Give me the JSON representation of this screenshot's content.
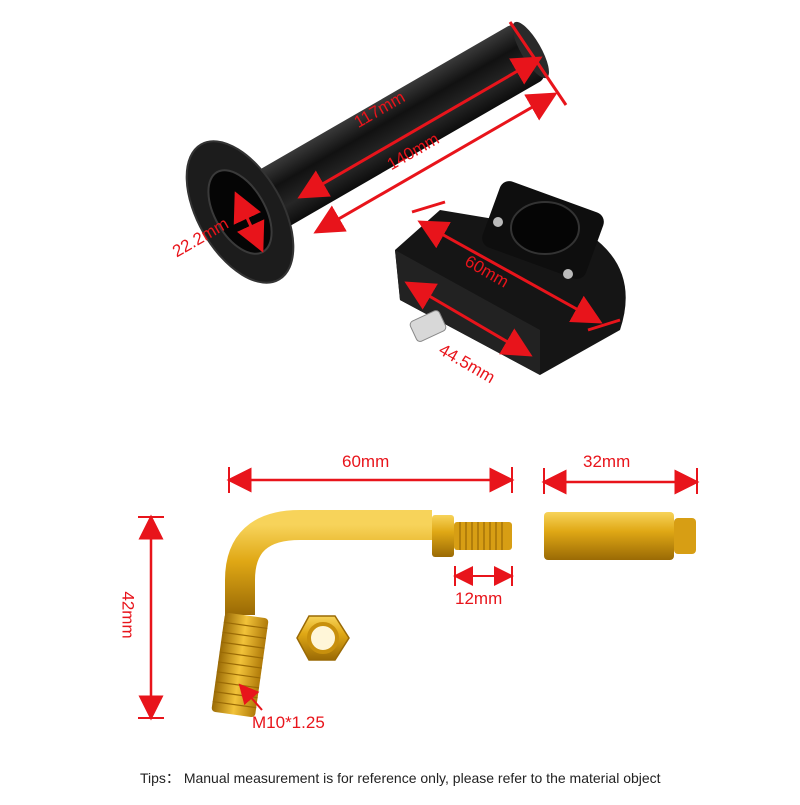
{
  "products": {
    "throttle_tube": {
      "name": "throttle-tube",
      "dimensions": {
        "inner_length": "117mm",
        "total_length": "140mm",
        "inner_diameter": "22.2mm"
      }
    },
    "throttle_housing": {
      "name": "throttle-housing",
      "dimensions": {
        "length": "60mm",
        "hole_spacing": "44.5mm"
      }
    },
    "cable_elbow": {
      "name": "cable-elbow",
      "dimensions": {
        "length": "60mm",
        "height": "42mm",
        "thread_length": "12mm",
        "thread_spec": "M10*1.25"
      }
    },
    "extension_nut": {
      "name": "extension-nut",
      "dimensions": {
        "length": "32mm"
      }
    }
  },
  "colors": {
    "dimension_red": "#e8141b",
    "anodized_black": "#1a1a1a",
    "gold": "#e0a815"
  },
  "footer": {
    "tips": "Tips： Manual measurement is for reference only, please refer to the material object"
  }
}
